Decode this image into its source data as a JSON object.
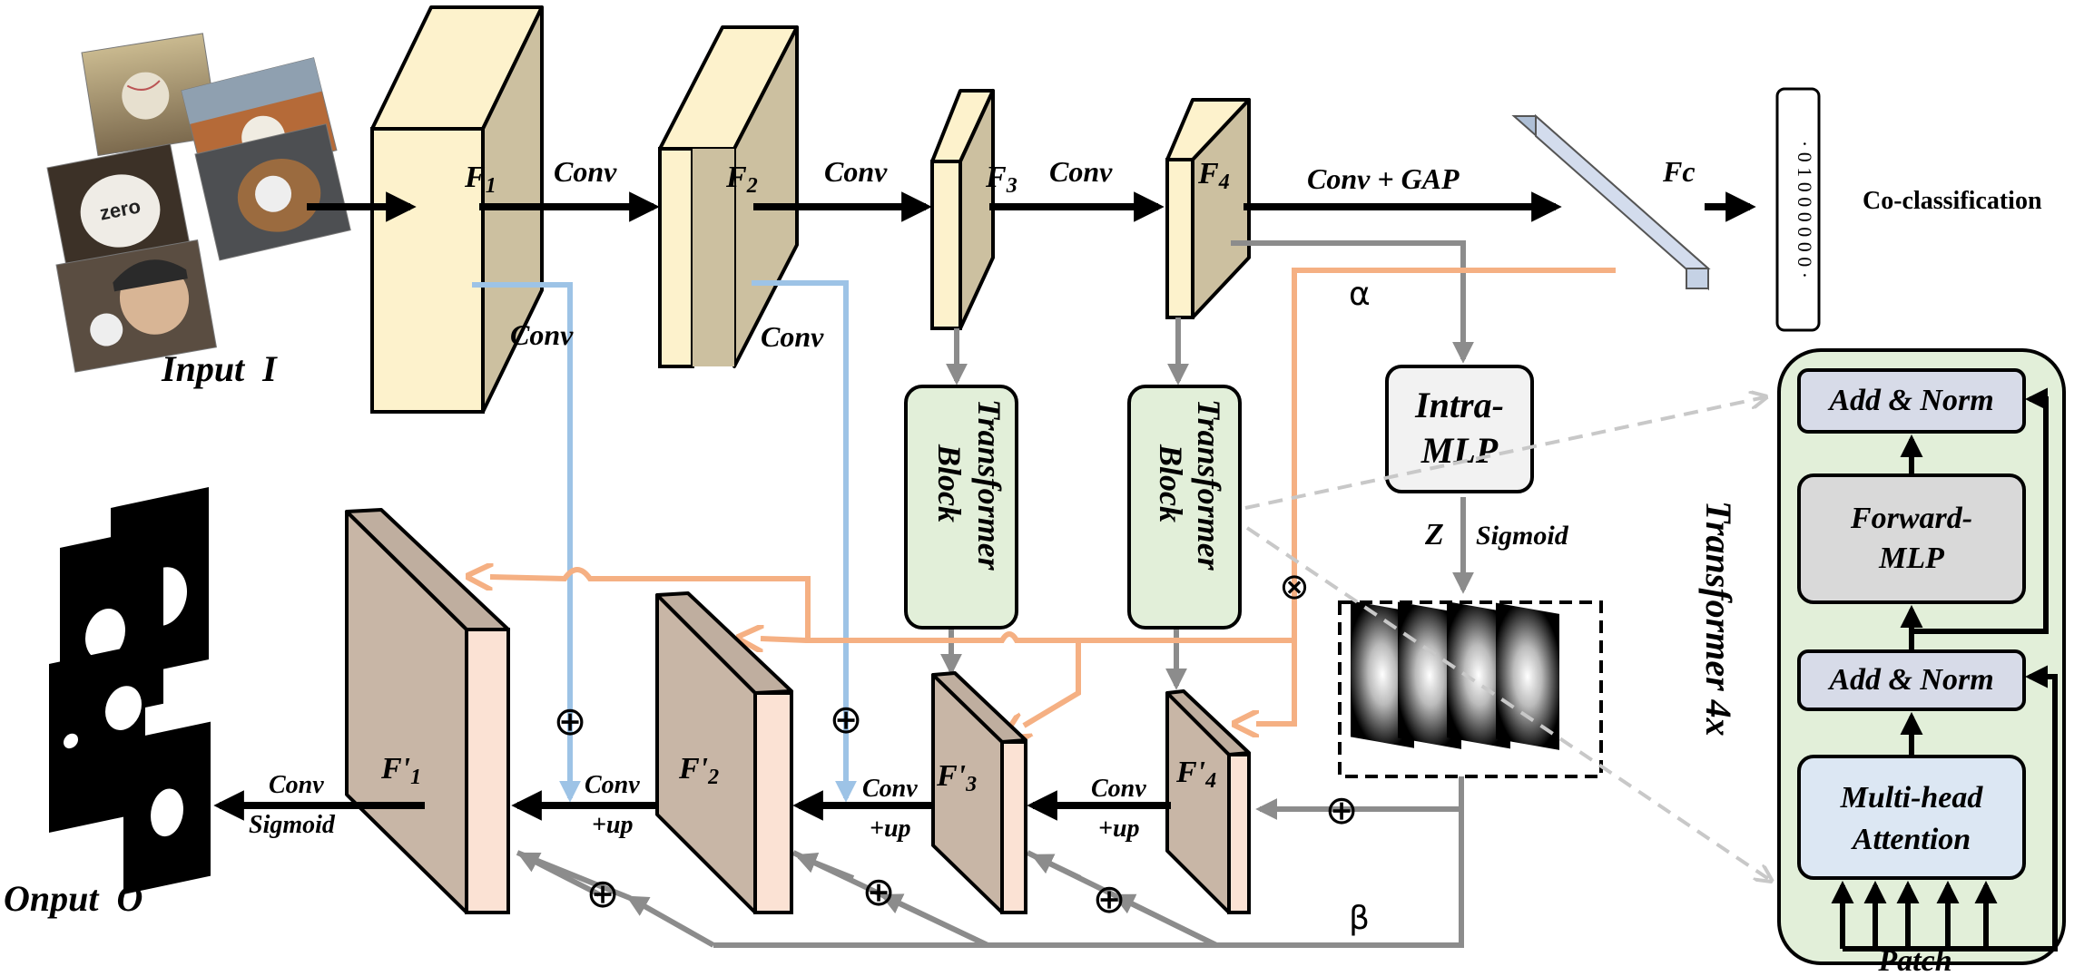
{
  "colors": {
    "feature_front": "#fdf2cc",
    "feature_side": "#ccc0a0",
    "decoder_front": "#c8b6a6",
    "decoder_side": "#fbe2d4",
    "transformer_fill": "#e2efd9",
    "transformer_panel": "#e2efd9",
    "norm_fill": "#d7dbe8",
    "mlp_fill": "#d9d9d9",
    "attention_fill": "#dce7f3",
    "intra_mlp_fill": "#f2f2f2",
    "fc_bar": "#aebfd6",
    "arrow_black": "#000000",
    "arrow_gray": "#8c8c8c",
    "arrow_orange": "#f5b083",
    "arrow_blue": "#9dc3e6"
  },
  "input": {
    "label": "Input  I"
  },
  "output": {
    "label": "Onput  O"
  },
  "encoder": {
    "f1": {
      "label": "F",
      "sub": "1"
    },
    "f2": {
      "label": "F",
      "sub": "2"
    },
    "f3": {
      "label": "F",
      "sub": "3"
    },
    "f4": {
      "label": "F",
      "sub": "4"
    }
  },
  "decoder": {
    "f1": {
      "label": "F'",
      "sub": "1"
    },
    "f2": {
      "label": "F'",
      "sub": "2"
    },
    "f3": {
      "label": "F'",
      "sub": "3"
    },
    "f4": {
      "label": "F'",
      "sub": "4"
    }
  },
  "edges": {
    "conv_1": "Conv",
    "conv_2": "Conv",
    "conv_3": "Conv",
    "conv_gap": "Conv + GAP",
    "fc": "Fc",
    "skip_conv_1": "Conv",
    "skip_conv_2": "Conv",
    "up_conv_4": "Conv",
    "up_4": "+up",
    "up_conv_3": "Conv",
    "up_3": "+up",
    "up_conv_2": "Conv",
    "up_2": "+up",
    "out_conv": "Conv",
    "out_sigmoid": "Sigmoid",
    "z": "Z",
    "sigmoid": "Sigmoid",
    "alpha": "α",
    "beta": "β",
    "otimes": "⊗",
    "oplus": "⊕"
  },
  "classifier": {
    "vector": "· 0 1 0 0 0 0 0 0 ·",
    "label": "Co-classification"
  },
  "transformer_block": {
    "line1": "Transformer",
    "line2": "Block"
  },
  "intra_mlp": {
    "line1": "Intra-",
    "line2": "MLP"
  },
  "transformer_detail": {
    "title": "Transformer 4x",
    "add_norm_top": "Add & Norm",
    "forward_mlp_1": "Forward-",
    "forward_mlp_2": "MLP",
    "add_norm_bottom": "Add & Norm",
    "attention_1": "Multi-head",
    "attention_2": "Attention",
    "patch": "Patch"
  }
}
